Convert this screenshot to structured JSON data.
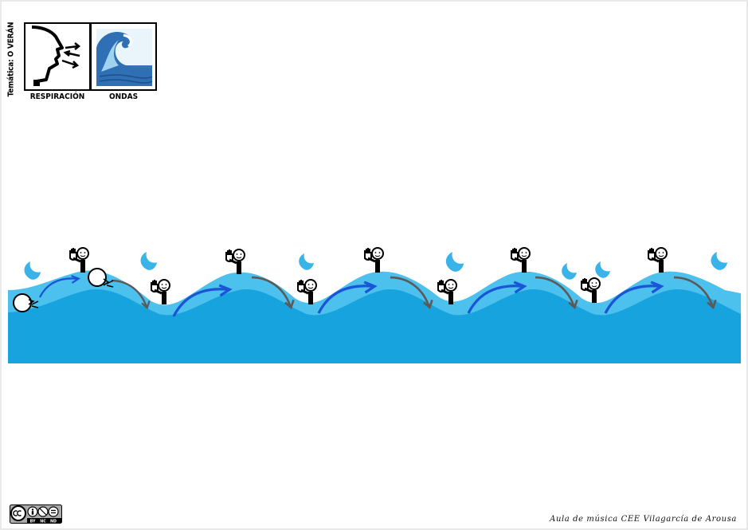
{
  "header": {
    "theme_label": "Temática: O VERÁN",
    "pictograms": [
      {
        "label": "RESPIRACIÓN",
        "icon": "breathing-face-icon"
      },
      {
        "label": "ONDAS",
        "icon": "ocean-wave-icon"
      }
    ]
  },
  "scene": {
    "colors": {
      "water_light": "#4dc1ee",
      "water_dark": "#17a4de",
      "arrow_blue": "#1a55d8",
      "arrow_gray": "#5a5a5a",
      "splash": "#3ab3e8"
    }
  },
  "license": {
    "badge_icon": "cc-by-nc-nd-icon",
    "terms": [
      "BY",
      "NC",
      "ND"
    ]
  },
  "footer": {
    "credit": "Aula de música CEE Vilagarcía de Arousa"
  }
}
